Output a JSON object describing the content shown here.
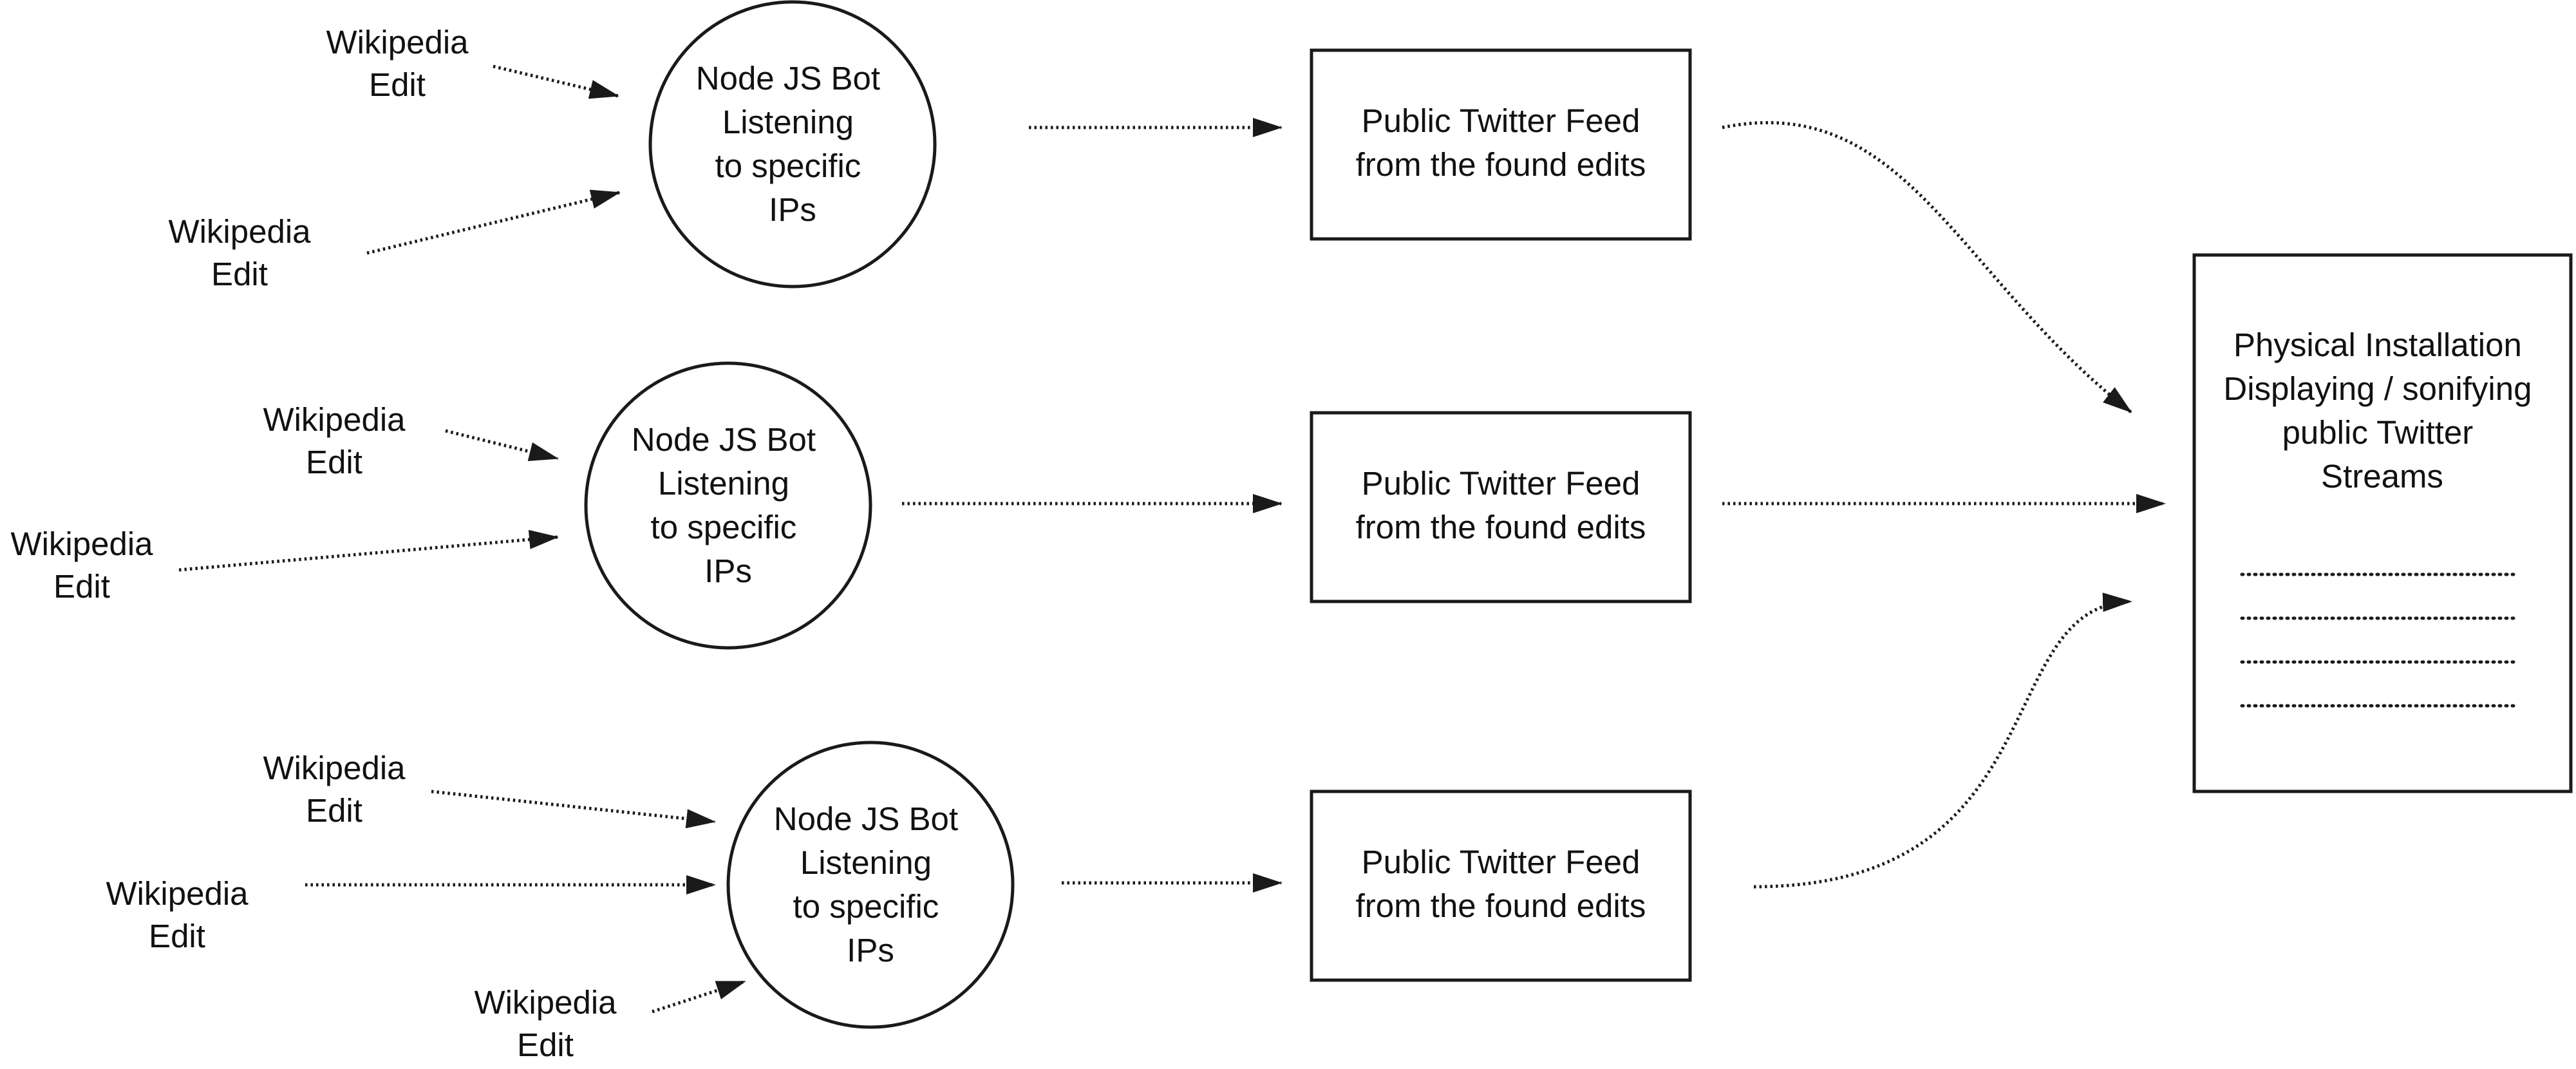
{
  "wikipedia_edit": [
    "Wikipedia",
    "Edit"
  ],
  "bot": [
    "Node JS Bot",
    "Listening",
    "to specific",
    "IPs"
  ],
  "feed": [
    "Public Twitter Feed",
    "from the found edits"
  ],
  "installation": [
    "Physical Installation",
    "Displaying / sonifying",
    "public Twitter",
    "Streams"
  ],
  "colors": {
    "stroke": "#1a1a1a",
    "text": "#111111",
    "background": "#ffffff"
  }
}
